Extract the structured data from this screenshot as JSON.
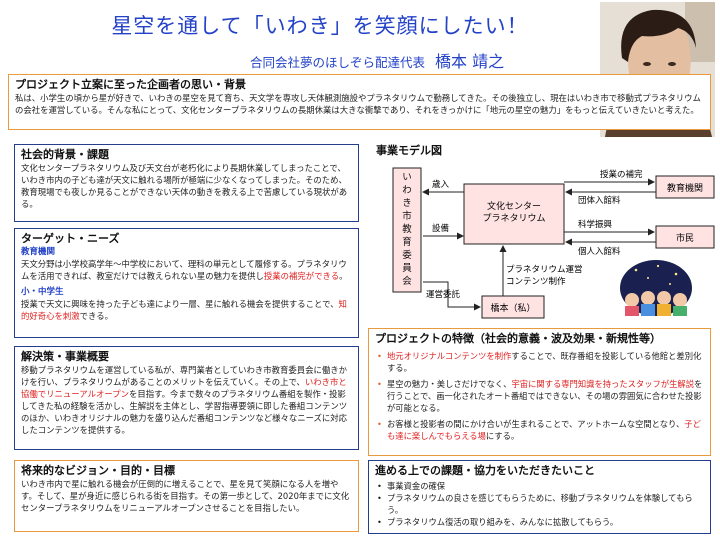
{
  "header": {
    "title": "星空を通して「いわき」を笑顔にしたい！",
    "org": "合同会社夢のほしぞら配達代表",
    "person": "橋本 靖之"
  },
  "intro": {
    "heading": "プロジェクト立案に至った企画者の思い・背景",
    "body": "私は、小学生の頃から星が好きで、いわきの星空を見て育ち、天文学を専攻し天体観測施設やプラネタリウムで勤務してきた。その後独立し、現在はいわき市で移動式プラネタリウムの会社を運営している。そんな私にとって、文化センタープラネタリウムの長期休業は大きな衝撃であり、それをきっかけに「地元の星空の魅力」をもっと伝えていきたいと考えた。"
  },
  "social": {
    "heading": "社会的背景・課題",
    "body": "文化センタープラネタリウム及び天文台が老朽化により長期休業してしまったことで、いわき市内の子ども達が天文に触れる場所が極端に少なくなってしまった。そのため、教育現場でも夜しか見ることができない天体の動きを教える上で苦慮している現状がある。"
  },
  "target": {
    "heading": "ターゲット・ニーズ",
    "sub1": "教育機関",
    "body1a": "天文分野は小学校高学年～中学校において、理科の単元として履修する。プラネタリウムを活用できれば、教室だけでは教えられない星の魅力を提供し",
    "body1red": "授業の補完ができる",
    "body1b": "。",
    "sub2": "小・中学生",
    "body2a": "授業で天文に興味を持った子ども達により一層、星に触れる機会を提供することで、",
    "body2red": "知的好奇心を刺激",
    "body2b": "できる。"
  },
  "solution": {
    "heading": "解決策・事業概要",
    "body_a": "移動プラネタリウムを運営している私が、専門業者としていわき市教育委員会に働きかけを行い、プラネタリウムがあることのメリットを伝えていく。その上で、",
    "body_red": "いわき市と協働でリニューアルオープン",
    "body_b": "を目指す。今まで数々のプラネタリウム番組を製作・投影してきた私の経験を活かし、生解説を主体とし、学習指導要領に即した番組コンテンツのほか、いわきオリジナルの魅力を盛り込んだ番組コンテンツなど様々なニーズに対応したコンテンツを提供する。"
  },
  "vision": {
    "heading": "将来的なビジョン・目的・目標",
    "body": "いわき市内で星に触れる機会が圧倒的に増えることで、星を見て笑顔になる人を増やす。そして、星が身近に感じられる街を目指す。その第一歩として、2020年までに文化センタープラネタリウムをリニューアルオープンさせることを目指したい。"
  },
  "model": {
    "heading": "事業モデル図",
    "board": "いわき市教育委員会",
    "center": "文化センター\nプラネタリウム",
    "edu": "教育機関",
    "citizen": "市民",
    "hashimoto": "橋本（私）",
    "label_kanyu": "歳入",
    "label_setsubi": "設備",
    "label_un_ei": "運営委託",
    "label_planet": "プラネタリウム運営\nコンテンツ制作",
    "label_hokan": "授業の補完",
    "label_dantai": "団体入館料",
    "label_kagaku": "科学振興",
    "label_kojin": "個人入館料"
  },
  "features": {
    "heading": "プロジェクトの特徴（社会的意義・波及効果・新規性等）",
    "items": [
      {
        "red": "地元オリジナルコンテンツを制作",
        "rest": "することで、既存番組を投影している他館と差別化する。"
      },
      {
        "pre": "星空の魅力・美しさだけでなく、",
        "red": "宇宙に関する専門知識を持ったスタッフが生解説",
        "rest": "を行うことで、画一化されたオート番組ではできない、その場の雰囲気に合わせた投影が可能となる。"
      },
      {
        "pre": "お客様と投影者の間にかけ合いが生まれることで、アットホームな空間となり、",
        "red": "子ども達に楽しんでもらえる場",
        "rest": "にする。"
      }
    ]
  },
  "challenges": {
    "heading": "進める上での課題・協力をいただきたいこと",
    "items": [
      "事業資金の確保",
      "プラネタリウムの良さを感じてもらうために、移動プラネタリウムを体験してもらう。",
      "プラネタリウム復活の取り組みを、みんなに拡散してもらう。"
    ]
  },
  "colors": {
    "title": "#2342c8",
    "border": "#243e8c",
    "accent": "#e89a3c",
    "highlight": "#e02020",
    "node": "#ffe3e3"
  }
}
